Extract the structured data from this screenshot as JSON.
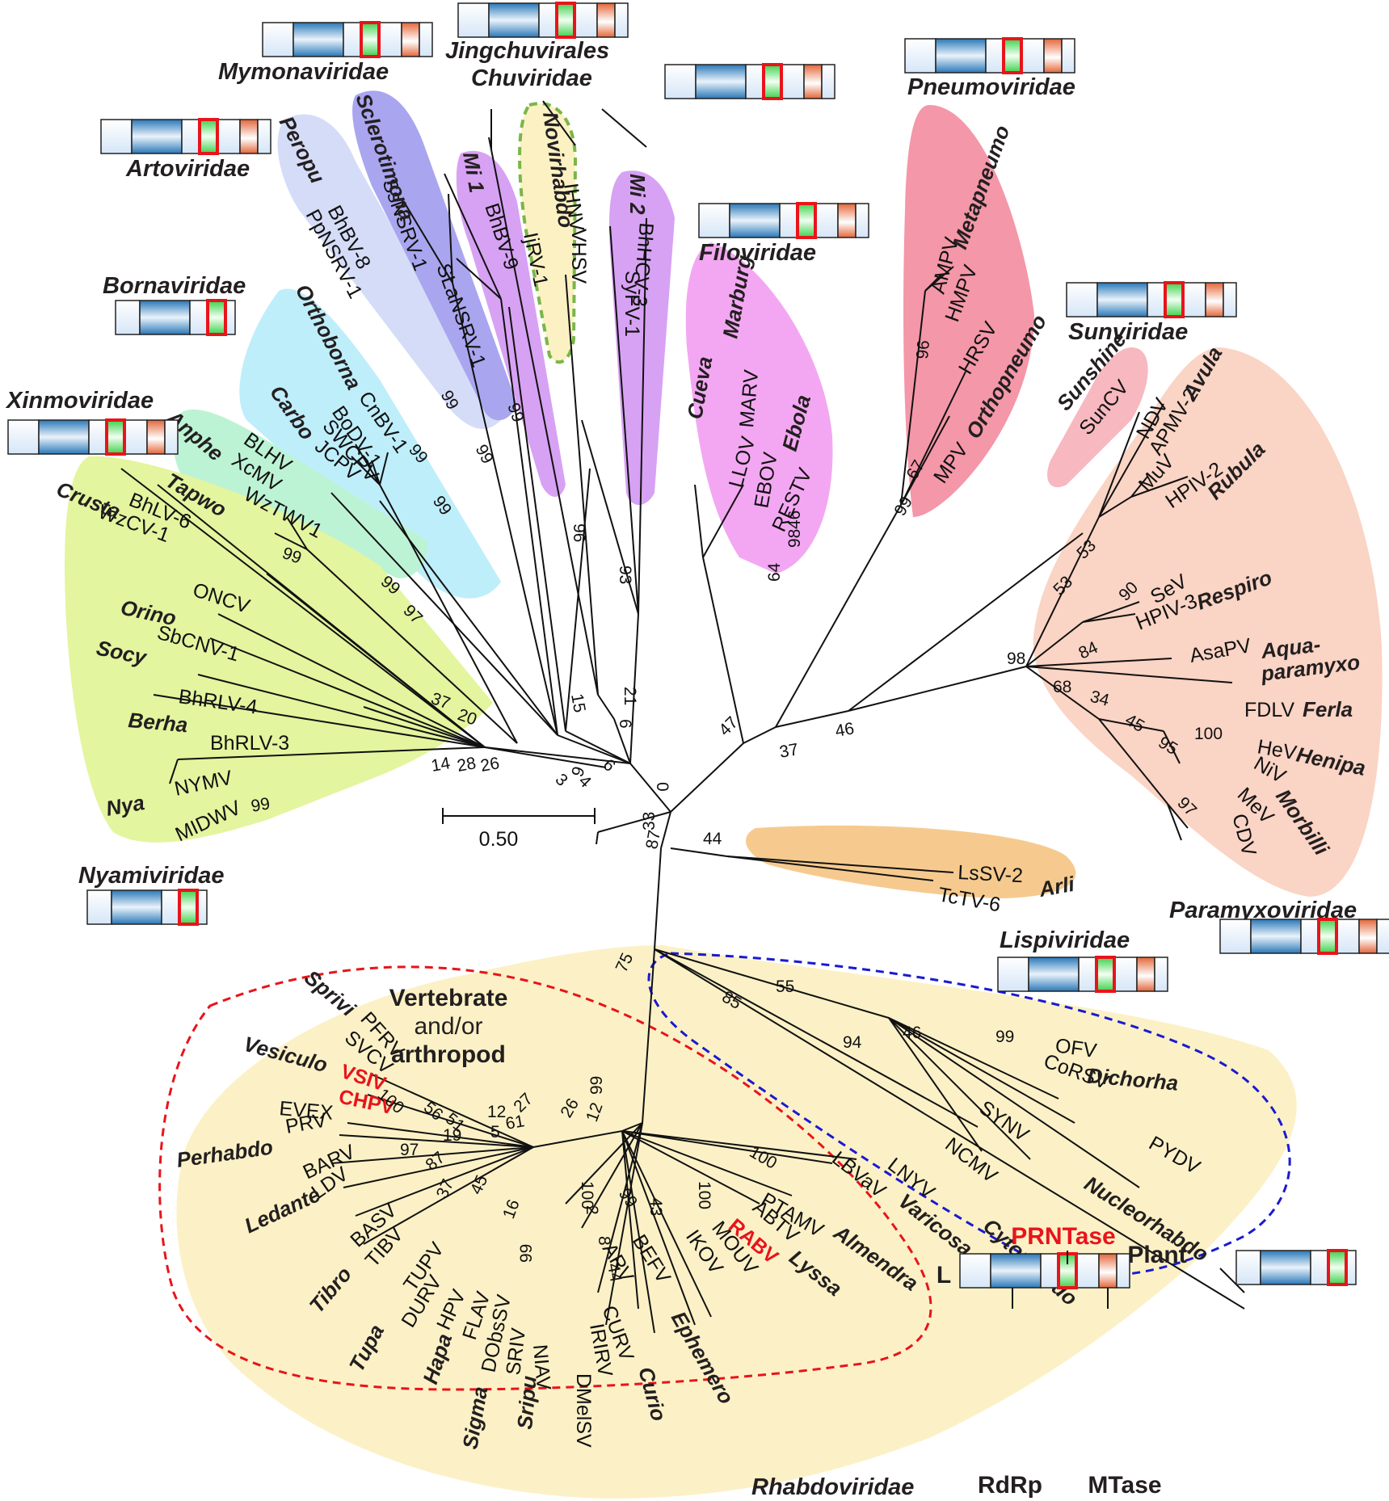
{
  "figure": {
    "type": "unrooted phylogenetic tree of L proteins (Mononegavirales)",
    "scale_bar": {
      "label": "0.50",
      "value": 0.5
    },
    "colors": {
      "rdrp_domain": "#2a78b8",
      "prntase_domain": "#3bd14a",
      "prntase_box": "#e8141b",
      "mtase_domain": "#e4673a",
      "rhabdo_bg": "#fcf1c6",
      "vert_arthropod_outline": "#e8141b",
      "plant_outline": "#1a1ad0",
      "novirhabdo_outline": "#7ab648"
    }
  },
  "legend": {
    "protein": "L",
    "domains": [
      "RdRp",
      "PRNTase",
      "MTase"
    ]
  },
  "families": [
    {
      "name": "Mymonaviridae",
      "mtase": true
    },
    {
      "name": "Artoviridae",
      "mtase": true
    },
    {
      "name": "Bornaviridae",
      "mtase": false
    },
    {
      "name": "Xinmoviridae",
      "mtase": true
    },
    {
      "name": "Nyamiviridae",
      "mtase": false
    },
    {
      "name": "Jingchuvirales",
      "mtase": true
    },
    {
      "name": "Chuviridae",
      "mtase": true
    },
    {
      "name": "Filoviridae",
      "mtase": true
    },
    {
      "name": "Pneumoviridae",
      "mtase": true
    },
    {
      "name": "Sunviridae",
      "mtase": true
    },
    {
      "name": "Paramyxoviridae",
      "mtase": true
    },
    {
      "name": "Lispiviridae",
      "mtase": true
    },
    {
      "name": "Rhabdoviridae",
      "mtase": true
    }
  ],
  "host_groups": {
    "vertebrate_arthropod": [
      "Vertebrate",
      "and/or",
      "arthropod"
    ],
    "plant": "Plant"
  },
  "genera": [
    "Peropu",
    "Sclerotimona",
    "Mi 1",
    "Novirhabdo",
    "Mi 2",
    "Orthoborna",
    "Carbo",
    "Anphe",
    "Tapwo",
    "Crusta",
    "Orino",
    "Socy",
    "Berha",
    "Nya",
    "Cueva",
    "Marburg",
    "Ebola",
    "Metapneumo",
    "Orthopneumo",
    "Sunshine",
    "Avula",
    "Rubula",
    "Respiro",
    "Aqua-",
    "paramyxo",
    "Ferla",
    "Henipa",
    "Morbilli",
    "Arli",
    "Sprivi",
    "Vesiculo",
    "Perhabdo",
    "Ledante",
    "Tibro",
    "Tupa",
    "Hapa",
    "Sigma",
    "Sripu",
    "Curio",
    "Ephemero",
    "Lyssa",
    "Almendra",
    "Varicosa",
    "Cytorhabdo",
    "Nucleorhabdo",
    "Dichorha"
  ],
  "taxa": [
    "BhBV-8",
    "PpNSRV-1",
    "SsNSRV-1",
    "SLaNSRV-1",
    "BhBV-9",
    "IjRV-1",
    "IHNV",
    "VHSV",
    "BhHCV-3",
    "SyFV-1",
    "CnBV-1",
    "BoDV-1",
    "SWCPV",
    "JCPV",
    "BLHV",
    "XcMV",
    "WzTWV1",
    "BhLV-6",
    "WzCV-1",
    "ONCV",
    "SbCNV-1",
    "BhRLV-4",
    "BhRLV-3",
    "NYMV",
    "MIDWV",
    "LLOV",
    "MARV",
    "EBOV",
    "RESTV",
    "AMPV",
    "HMPV",
    "HRSV",
    "MPV",
    "SunCV",
    "NDV",
    "APMV-2",
    "MuV",
    "HPIV-2",
    "SeV",
    "HPIV-3",
    "AsaPV",
    "FDLV",
    "HeV",
    "NiV",
    "MeV",
    "CDV",
    "LsSV-2",
    "TcTV-6",
    "PFRV",
    "SVCV",
    "VSIV",
    "CHPV",
    "EVEX",
    "PRV",
    "BARV",
    "LDV",
    "BASV",
    "TIBV",
    "TUPV",
    "DURV",
    "HPV",
    "FLAV",
    "DObsSV",
    "SRIV",
    "NIAV",
    "DMelSV",
    "IRIRV",
    "CURV",
    "ARV",
    "BEFV",
    "IKOV",
    "MOUV",
    "RABV",
    "PTAMV",
    "ABTV",
    "LBVaV",
    "LNYV",
    "NCMV",
    "SYNV",
    "OFV",
    "CoRSV",
    "PYDV"
  ],
  "highlighted_taxa": [
    "VSIV",
    "CHPV",
    "RABV"
  ],
  "bootstrap": [
    "99",
    "99",
    "99",
    "96",
    "93",
    "21",
    "6",
    "15",
    "9",
    "0",
    "33",
    "99",
    "99",
    "99",
    "97",
    "99",
    "37",
    "20",
    "14",
    "28",
    "26",
    "3",
    "4",
    "6",
    "99",
    "46",
    "98",
    "64",
    "47",
    "37",
    "46",
    "99",
    "67",
    "96",
    "98",
    "53",
    "53",
    "90",
    "84",
    "68",
    "34",
    "45",
    "95",
    "100",
    "97",
    "44",
    "87",
    "75",
    "85",
    "55",
    "94",
    "46",
    "99",
    "100",
    "56",
    "51",
    "12",
    "5",
    "61",
    "27",
    "26",
    "99",
    "12",
    "19",
    "97",
    "87",
    "37",
    "45",
    "16",
    "99",
    "100",
    "2",
    "8",
    "44",
    "99",
    "43",
    "100",
    "100"
  ]
}
